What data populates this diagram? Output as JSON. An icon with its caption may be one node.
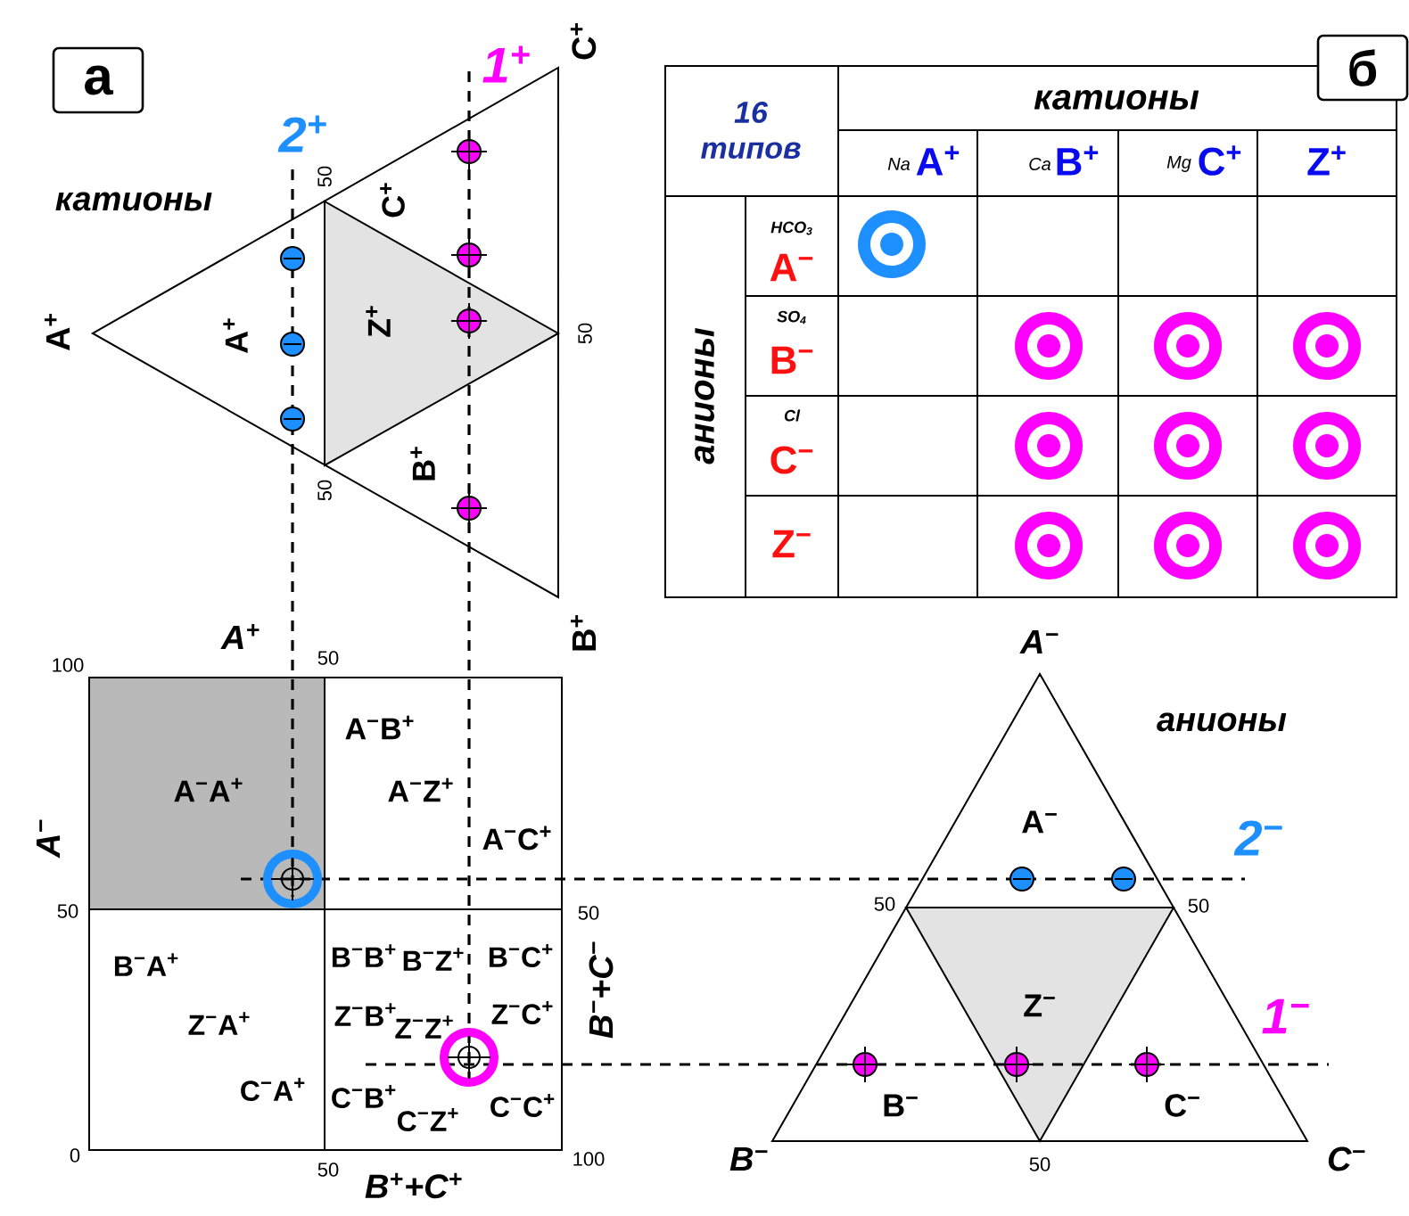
{
  "diagram": {
    "nodes": [
      {
        "text": [
          "а"
        ]
      },
      {
        "text": [
          "б"
        ]
      }
    ],
    "labels": [
      "катионы",
      "2$^{+}$",
      "1$^{+}$",
      "C$^{+}$",
      "A$^{+}$",
      "A$^{+}$",
      "C$^{+}$",
      "Z$^{+}$",
      "B$^{+}$",
      "50",
      "50",
      "50",
      "B$^{+}$",
      "16 типов",
      "катионы",
      "Na",
      "A$^{+}$",
      "Ca",
      "B$^{+}$",
      "Mg",
      "C$^{+}$",
      "Z$^{+}$",
      "анионы",
      "HCO$_{3}$",
      "A$^{−}$",
      "SO$_{4}$",
      "B$^{−}$",
      "Cl",
      "C$^{−}$",
      "Z$^{−}$",
      "A$^{+}$",
      "100",
      "50",
      "A$^{−}$",
      "A$^{−}$A$^{+}$",
      "A$^{−}$B$^{+}$",
      "A$^{−}$Z$^{+}$",
      "A$^{−}$C$^{+}$",
      "50",
      "50",
      "B$^{−}$A$^{+}$",
      "B$^{−}$B$^{+}$",
      "B$^{−}$Z$^{+}$",
      "B$^{−}$C$^{+}$",
      "B$^{−}$+C$^{−}$",
      "Z$^{−}$A$^{+}$",
      "Z$^{−}$B$^{+}$",
      "Z$^{−}$Z$^{+}$",
      "Z$^{−}$C$^{+}$",
      "C$^{−}$A$^{+}$",
      "C$^{−}$B$^{+}$",
      "C$^{−}$Z$^{+}$",
      "C$^{−}$C$^{+}$",
      "0",
      "50",
      "100",
      "B$^{+}$+C$^{+}$",
      "A$^{−}$",
      "анионы",
      "A$^{−}$",
      "2$^{−}$",
      "50",
      "50",
      "Z$^{−}$",
      "1$^{−}$",
      "B$^{−}$",
      "C$^{−}$",
      "B$^{−}$",
      "50",
      "C$^{−}$"
    ]
  }
}
